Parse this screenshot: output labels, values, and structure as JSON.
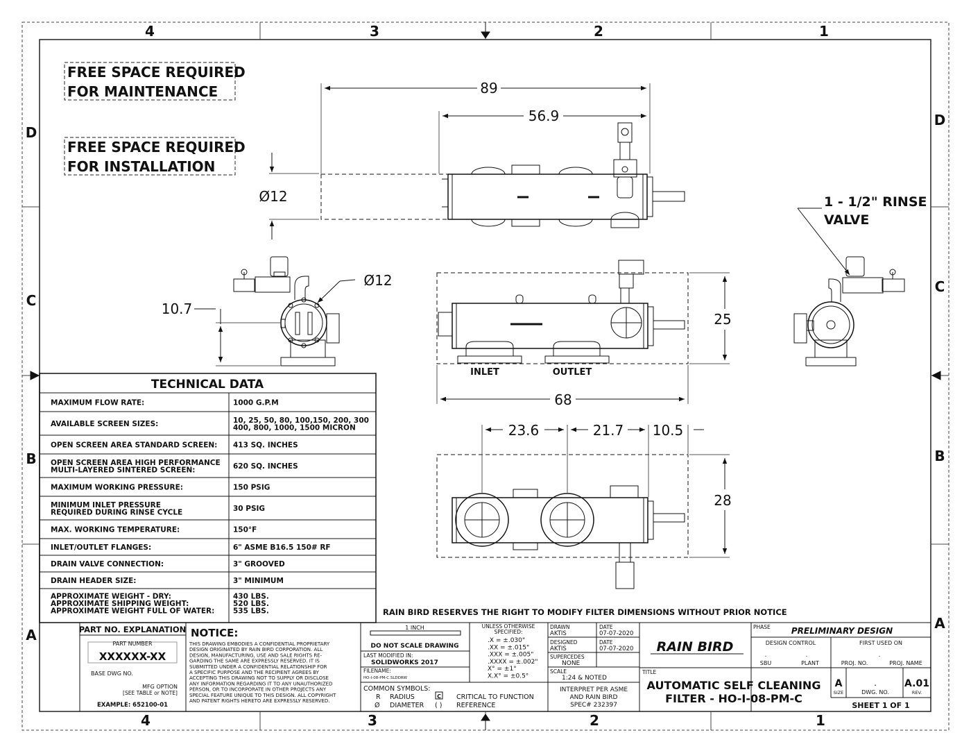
{
  "border": {
    "zones_top": [
      "4",
      "3",
      "2",
      "1"
    ],
    "zones_bottom": [
      "4",
      "3",
      "2",
      "1"
    ],
    "rows_left": [
      "D",
      "C",
      "B",
      "A"
    ],
    "rows_right": [
      "D",
      "C",
      "B",
      "A"
    ]
  },
  "notes": {
    "maintenance": [
      "FREE SPACE REQUIRED",
      "FOR MAINTENANCE"
    ],
    "installation": [
      "FREE SPACE REQUIRED",
      "FOR INSTALLATION"
    ],
    "rinse_valve": [
      "1 - 1/2\" RINSE",
      "VALVE"
    ],
    "reserve": "RAIN BIRD RESERVES THE RIGHT TO MODIFY FILTER DIMENSIONS WITHOUT PRIOR NOTICE"
  },
  "dimensions": {
    "top_overall": "89",
    "top_body": "56.9",
    "top_diameter": "Ø12",
    "side_height": "10.7",
    "side_diameter": "Ø12",
    "front_height": "25",
    "front_length": "68",
    "plan_a": "23.6",
    "plan_b": "21.7",
    "plan_c": "10.5",
    "plan_height": "28"
  },
  "labels": {
    "inlet": "INLET",
    "outlet": "OUTLET"
  },
  "tech": {
    "title": "TECHNICAL DATA",
    "rows": [
      {
        "label": [
          "MAXIMUM FLOW RATE:"
        ],
        "value": [
          "1000 G.P.M"
        ]
      },
      {
        "label": [
          "AVAILABLE SCREEN SIZES:"
        ],
        "value": [
          "10, 25, 50, 80, 100,150, 200, 300",
          "400, 800, 1000, 1500 MICRON"
        ]
      },
      {
        "label": [
          "OPEN SCREEN AREA STANDARD SCREEN:"
        ],
        "value": [
          "413 SQ. INCHES"
        ]
      },
      {
        "label": [
          "OPEN SCREEN AREA HIGH PERFORMANCE",
          "MULTI-LAYERED SINTERED SCREEN:"
        ],
        "value": [
          "620 SQ. INCHES"
        ]
      },
      {
        "label": [
          "MAXIMUM WORKING PRESSURE:"
        ],
        "value": [
          "150 PSIG"
        ]
      },
      {
        "label": [
          "MINIMUM INLET PRESSURE",
          "REQUIRED DURING RINSE CYCLE"
        ],
        "value": [
          "30 PSIG"
        ]
      },
      {
        "label": [
          "MAX. WORKING TEMPERATURE:"
        ],
        "value": [
          "150°F"
        ]
      },
      {
        "label": [
          "INLET/OUTLET FLANGES:"
        ],
        "value": [
          "6\" ASME B16.5 150# RF"
        ]
      },
      {
        "label": [
          "DRAIN VALVE CONNECTION:"
        ],
        "value": [
          "3\" GROOVED"
        ]
      },
      {
        "label": [
          "DRAIN HEADER SIZE:"
        ],
        "value": [
          "3\" MINIMUM"
        ]
      },
      {
        "label": [
          "APPROXIMATE WEIGHT - DRY:",
          "APPROXIMATE SHIPPING WEIGHT:",
          "APPROXIMATE  WEIGHT FULL OF WATER:"
        ],
        "value": [
          "430 LBS.",
          "520 LBS.",
          "535 LBS."
        ]
      }
    ]
  },
  "title_block": {
    "part_no_title": "PART NO. EXPLANATION",
    "part_number_label": "PART NUMBER",
    "part_number_value": "XXXXXX-XX",
    "base_dwg": "BASE DWG NO.",
    "mfg_option": [
      "MFG OPTION",
      "[SEE TABLE or NOTE]"
    ],
    "example": "EXAMPLE: 652100-01",
    "notice_title": "NOTICE:",
    "notice_lines": [
      "THIS DRAWING EMBODIES A CONFIDENTIAL PROPRIETARY",
      "DESIGN ORIGINATED BY RAIN BIRD CORPORATION. ALL",
      "DESIGN, MANUFACTURING, USE AND SALE RIGHTS RE-",
      "GARDING THE SAME ARE EXPRESSLY RESERVED. IT IS",
      "SUBMITTED UNDER A CONFIDENTIAL RELATIONSHIP FOR",
      "A SPECIFIC PURPOSE AND THE RECIPIENT AGREES BY",
      "ACCEPTING THIS DRAWING NOT TO SUPPLY OR DISCLOSE",
      "ANY INFORMATION REGARDING IT TO ANY UNAUTHORIZED",
      "PERSON, OR TO INCORPORATE IN OTHER PROJECTS ANY",
      "SPECIAL FEATURE UNIQUE TO THIS DESIGN. ALL COPYRIGHT",
      "AND PATENT RIGHTS HERETO ARE EXPRESSLY RESERVED."
    ],
    "one_inch": "1 INCH",
    "do_not_scale": "DO NOT SCALE DRAWING",
    "last_modified_label": "LAST MODIFIED IN:",
    "last_modified_value": "SOLIDWORKS 2017",
    "filename_label": "FILENAME:",
    "filename_value": "HO-I-08-PM-C.SLDDRW",
    "common_symbols": "COMMON SYMBOLS:",
    "symbols": [
      "R",
      "RADIUS",
      "Ø",
      "DIAMETER",
      "C",
      "CRITICAL TO FUNCTION",
      "( )",
      "REFERENCE"
    ],
    "tolerance_title": [
      "UNLESS OTHERWISE",
      "SPECIFIED:"
    ],
    "tolerances": [
      ".X      = ±.030\"",
      ".XX     = ±.015\"",
      ".XXX   = ±.005\"",
      ".XXXX = ±.002\"",
      "X°      = ±1°",
      "X.X°   = ±0.5°"
    ],
    "drawn_label": "DRAWN",
    "drawn_by": "AKTIS",
    "designed_label": "DESIGNED",
    "designed_by": "AKTIS",
    "date_label": "DATE",
    "drawn_date": "07-07-2020",
    "designed_date": "07-07-2020",
    "supersedes_label": "SUPERCEDES",
    "supersedes_value": "NONE",
    "scale_label": "SCALE",
    "scale_value": "1:24 & NOTED",
    "interpret": [
      "INTERPRET PER ASME",
      "AND RAIN BIRD",
      "SPEC# 232397"
    ],
    "logo": "RAIN BIRD",
    "title_label": "TITLE",
    "title_lines": [
      "AUTOMATIC SELF CLEANING",
      "FILTER - HO-I-08-PM-C"
    ],
    "phase_label": "PHASE",
    "phase_value": "PRELIMINARY DESIGN",
    "design_control": "DESIGN CONTROL",
    "first_used_on": "FIRST USED ON",
    "sbu": "SBU",
    "plant": "PLANT",
    "proj_no": "PROJ. NO.",
    "proj_name": "PROJ. NAME",
    "size_value": "A",
    "size_label": "SIZE",
    "dwg_no_label": "DWG. NO.",
    "rev_value": "A.01",
    "rev_label": "REV.",
    "sheet": "SHEET  1  OF  1"
  }
}
